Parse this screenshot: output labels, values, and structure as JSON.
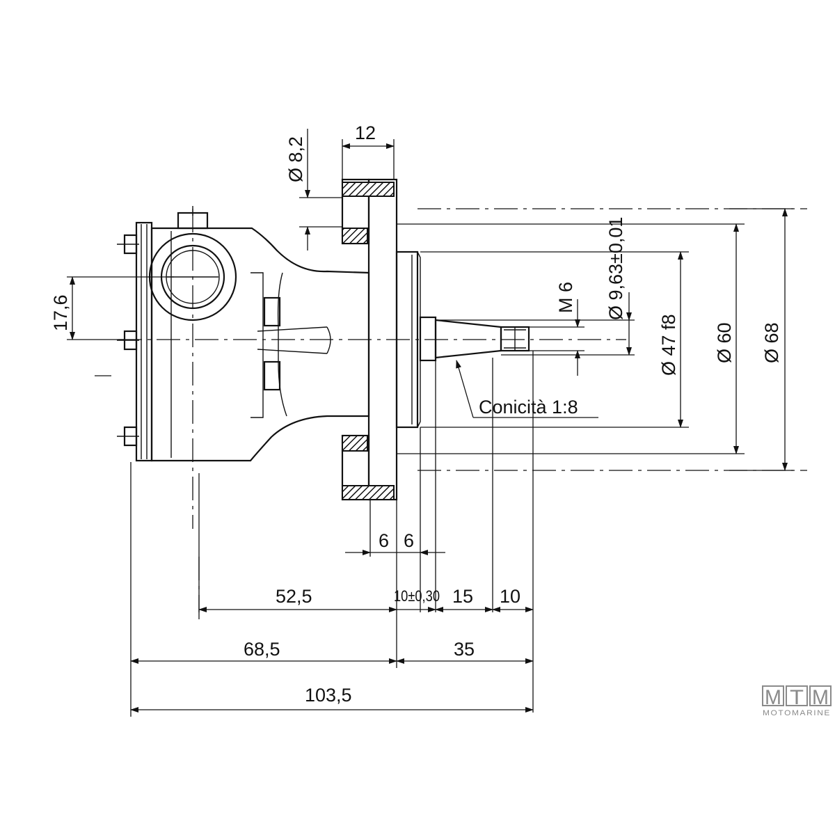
{
  "dimensions": {
    "bore_diameter": "Ø 8,2",
    "flange_thickness": "12",
    "port_offset": "17,6",
    "thread": "M 6",
    "shaft_diameter": "Ø 9,63±0,01",
    "pilot_diameter": "Ø 47 f8",
    "bolt_circle": "Ø 60",
    "flange_diameter": "Ø 68",
    "taper_note": "Conicità 1:8",
    "step_left": "6",
    "step_right": "6",
    "body_length": "52,5",
    "shaft_shoulder": "10±0,30",
    "shaft_length": "15",
    "shaft_tip": "10",
    "body_total": "68,5",
    "shaft_total": "35",
    "overall_length": "103,5"
  },
  "logo": {
    "letters": [
      "M",
      "T",
      "M"
    ],
    "name": "MOTOMARINE"
  }
}
